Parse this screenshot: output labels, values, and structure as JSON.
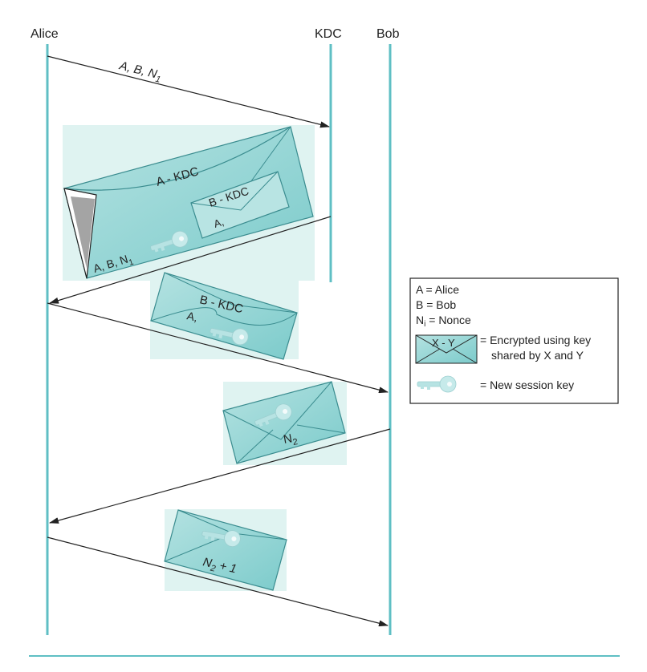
{
  "actors": {
    "alice": "Alice",
    "kdc": "KDC",
    "bob": "Bob"
  },
  "messages": {
    "m1": {
      "text": "A, B, N",
      "sub": "1"
    },
    "m2": {
      "outer_label": "A - KDC",
      "inner_label": "B - KDC",
      "inner_content": "A,",
      "outer_content": {
        "text": "A, B, N",
        "sub": "1"
      }
    },
    "m3": {
      "label": "B - KDC",
      "content": "A,"
    },
    "m4": {
      "text": "N",
      "sub": "2"
    },
    "m5": {
      "text": "N",
      "sub": "2",
      "suffix": " + 1"
    }
  },
  "legend": {
    "a": "A = Alice",
    "b": "B = Bob",
    "n": {
      "prefix": "N",
      "sub": "i",
      "suffix": " = Nonce"
    },
    "envelope_label": "X - Y",
    "envelope_desc_1": "= Encrypted using key",
    "envelope_desc_2": "shared by X and Y",
    "key_desc": "= New session key"
  },
  "colors": {
    "lifeline": "#5fbfc4",
    "envelope_fill": "#9fd6d6",
    "envelope_light": "#c9ecea",
    "panel": "#dff3f1",
    "key": "#b7e3e3",
    "arrow": "#222222"
  }
}
